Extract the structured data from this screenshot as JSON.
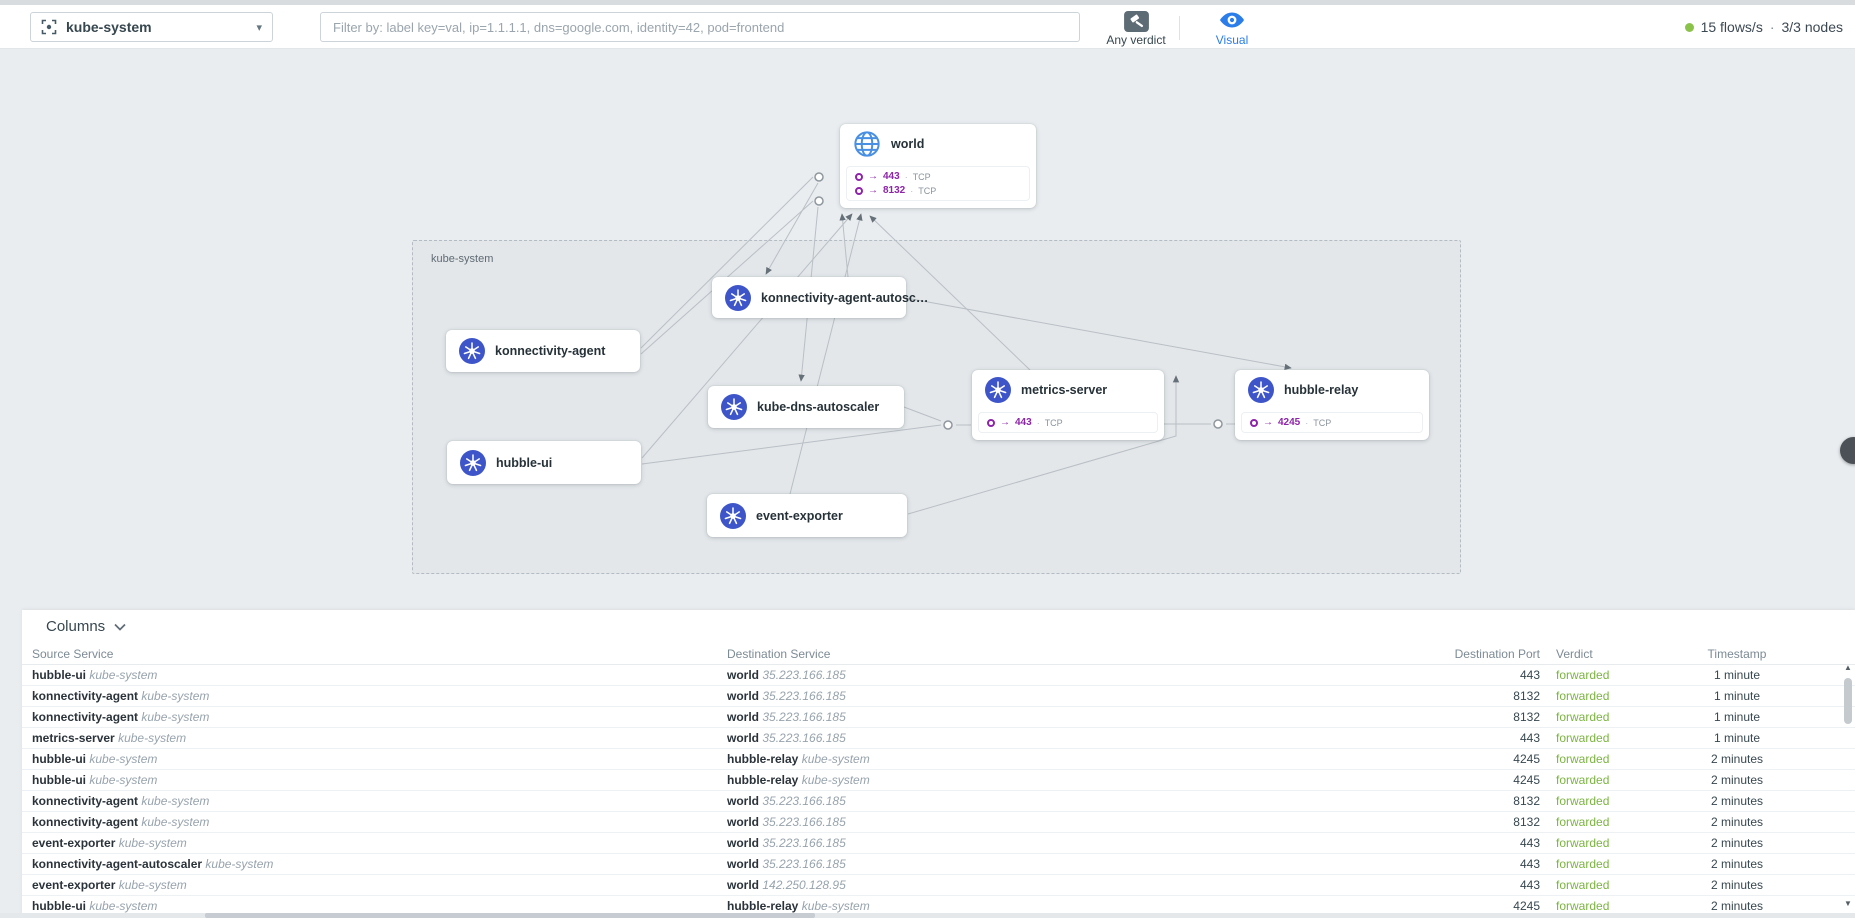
{
  "topbar": {
    "namespace": {
      "selected": "kube-system",
      "icon": "namespace-frame-icon"
    },
    "filter": {
      "placeholder": "Filter by: label key=val, ip=1.1.1.1, dns=google.com, identity=42, pod=frontend"
    },
    "verdict_filter": {
      "label": "Any verdict",
      "icon": "gavel-icon"
    },
    "view_mode": {
      "label": "Visual",
      "icon": "eye-icon"
    },
    "status": {
      "icon": "green-dot",
      "flows_rate": "15 flows/s",
      "separator": "·",
      "nodes": "3/3 nodes"
    }
  },
  "map": {
    "group_label": "kube-system",
    "nodes": {
      "world": {
        "label": "world",
        "icon": "globe-icon",
        "ports": [
          {
            "arrow": "→",
            "port": "443",
            "sep": "·",
            "proto": "TCP"
          },
          {
            "arrow": "→",
            "port": "8132",
            "sep": "·",
            "proto": "TCP"
          }
        ]
      },
      "konnectivity_agent_autoscaler": {
        "label": "konnectivity-agent-autosc…",
        "icon": "kubernetes-wheel-icon"
      },
      "konnectivity_agent": {
        "label": "konnectivity-agent",
        "icon": "kubernetes-wheel-icon"
      },
      "kube_dns_autoscaler": {
        "label": "kube-dns-autoscaler",
        "icon": "kubernetes-wheel-icon"
      },
      "metrics_server": {
        "label": "metrics-server",
        "icon": "kubernetes-wheel-icon",
        "ports": [
          {
            "arrow": "→",
            "port": "443",
            "sep": "·",
            "proto": "TCP"
          }
        ]
      },
      "hubble_relay": {
        "label": "hubble-relay",
        "icon": "kubernetes-wheel-icon",
        "ports": [
          {
            "arrow": "→",
            "port": "4245",
            "sep": "·",
            "proto": "TCP"
          }
        ]
      },
      "hubble_ui": {
        "label": "hubble-ui",
        "icon": "kubernetes-wheel-icon"
      },
      "event_exporter": {
        "label": "event-exporter",
        "icon": "kubernetes-wheel-icon"
      }
    }
  },
  "flows": {
    "columns_label": "Columns",
    "headers": [
      "Source Service",
      "Destination Service",
      "Destination Port",
      "Verdict",
      "Timestamp"
    ],
    "rows": [
      {
        "src": "hubble-ui",
        "src_meta": "kube-system",
        "dst": "world",
        "dst_meta": "35.223.166.185",
        "port": "443",
        "verdict": "forwarded",
        "time": "1 minute"
      },
      {
        "src": "konnectivity-agent",
        "src_meta": "kube-system",
        "dst": "world",
        "dst_meta": "35.223.166.185",
        "port": "8132",
        "verdict": "forwarded",
        "time": "1 minute"
      },
      {
        "src": "konnectivity-agent",
        "src_meta": "kube-system",
        "dst": "world",
        "dst_meta": "35.223.166.185",
        "port": "8132",
        "verdict": "forwarded",
        "time": "1 minute"
      },
      {
        "src": "metrics-server",
        "src_meta": "kube-system",
        "dst": "world",
        "dst_meta": "35.223.166.185",
        "port": "443",
        "verdict": "forwarded",
        "time": "1 minute"
      },
      {
        "src": "hubble-ui",
        "src_meta": "kube-system",
        "dst": "hubble-relay",
        "dst_meta": "kube-system",
        "port": "4245",
        "verdict": "forwarded",
        "time": "2 minutes"
      },
      {
        "src": "hubble-ui",
        "src_meta": "kube-system",
        "dst": "hubble-relay",
        "dst_meta": "kube-system",
        "port": "4245",
        "verdict": "forwarded",
        "time": "2 minutes"
      },
      {
        "src": "konnectivity-agent",
        "src_meta": "kube-system",
        "dst": "world",
        "dst_meta": "35.223.166.185",
        "port": "8132",
        "verdict": "forwarded",
        "time": "2 minutes"
      },
      {
        "src": "konnectivity-agent",
        "src_meta": "kube-system",
        "dst": "world",
        "dst_meta": "35.223.166.185",
        "port": "8132",
        "verdict": "forwarded",
        "time": "2 minutes"
      },
      {
        "src": "event-exporter",
        "src_meta": "kube-system",
        "dst": "world",
        "dst_meta": "35.223.166.185",
        "port": "443",
        "verdict": "forwarded",
        "time": "2 minutes"
      },
      {
        "src": "konnectivity-agent-autoscaler",
        "src_meta": "kube-system",
        "dst": "world",
        "dst_meta": "35.223.166.185",
        "port": "443",
        "verdict": "forwarded",
        "time": "2 minutes"
      },
      {
        "src": "event-exporter",
        "src_meta": "kube-system",
        "dst": "world",
        "dst_meta": "142.250.128.95",
        "port": "443",
        "verdict": "forwarded",
        "time": "2 minutes"
      },
      {
        "src": "hubble-ui",
        "src_meta": "kube-system",
        "dst": "hubble-relay",
        "dst_meta": "kube-system",
        "port": "4245",
        "verdict": "forwarded",
        "time": "2 minutes"
      }
    ]
  },
  "colors": {
    "accent_blue": "#2b7de9",
    "kubernetes_blue": "#3d55c8",
    "globe_blue": "#4a90e2",
    "port_purple": "#8e24aa",
    "verdict_green": "#7cb342",
    "status_green": "#8bc34a"
  }
}
